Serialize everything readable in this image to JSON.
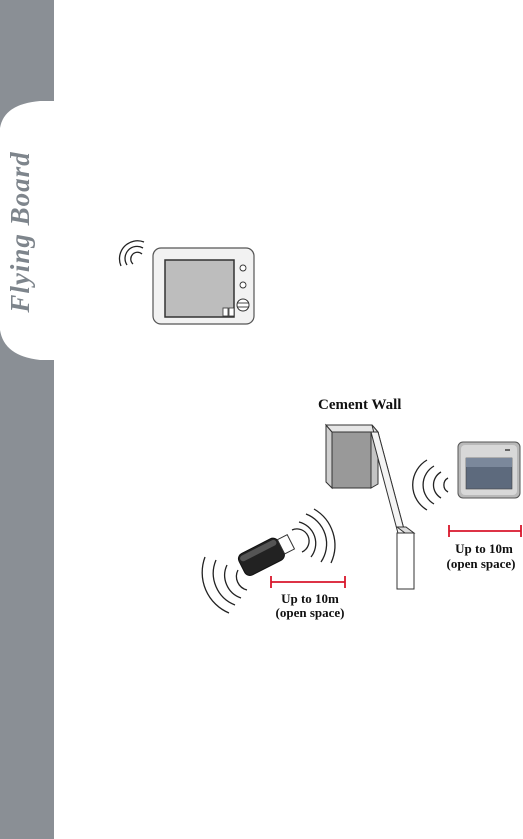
{
  "sidebar": {
    "tab_title": "Flying Board"
  },
  "diagram": {
    "wall_label": "Cement Wall",
    "range_left_line1": "Up to 10m",
    "range_left_line2": "(open space)",
    "range_right_line1": "Up to 10m",
    "range_right_line2": "(open space)"
  },
  "colors": {
    "sidebar_gray": "#8a8f95",
    "tab_text_gray": "#7e858c",
    "range_bar_red": "#d8162b"
  }
}
